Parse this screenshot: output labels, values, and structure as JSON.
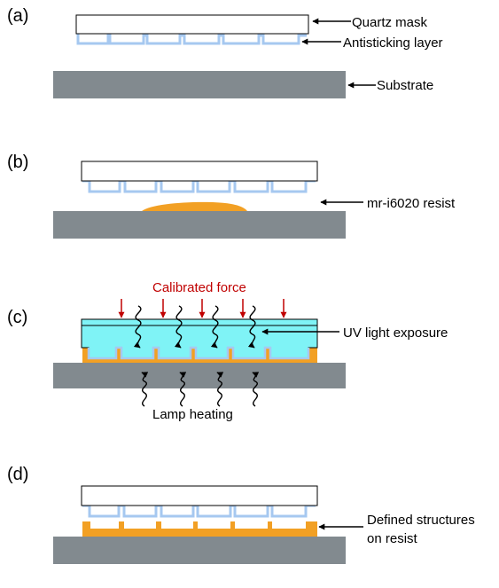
{
  "colors": {
    "substrate": "#828a8f",
    "mask_fill": "#ffffff",
    "mask_stroke": "#000000",
    "antisticking": "#a6c8f0",
    "resist": "#f2a024",
    "uv_fill": "#7ff3f6",
    "force": "#c00000",
    "arrow": "#000000"
  },
  "panels": {
    "a": {
      "step": "(a)",
      "quartz_mask": "Quartz mask",
      "antisticking_layer": "Antisticking layer",
      "substrate": "Substrate"
    },
    "b": {
      "step": "(b)",
      "resist": "mr-i6020 resist"
    },
    "c": {
      "step": "(c)",
      "calibrated_force": "Calibrated force",
      "uv_light_exposure": "UV light exposure",
      "lamp_heating": "Lamp heating"
    },
    "d": {
      "step": "(d)",
      "defined_structures_line1": "Defined structures",
      "defined_structures_line2": "on resist"
    }
  }
}
